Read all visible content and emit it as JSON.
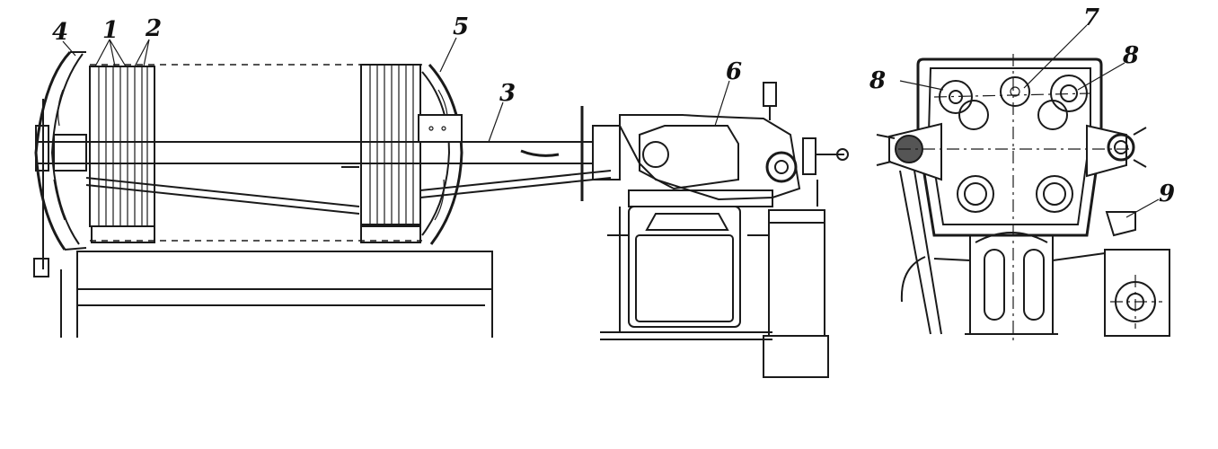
{
  "labels": {
    "l4": "4",
    "l1": "1",
    "l2": "2",
    "l5": "5",
    "l3": "3",
    "l6": "6",
    "l7": "7",
    "l8a": "8",
    "l8b": "8",
    "l9": "9"
  }
}
